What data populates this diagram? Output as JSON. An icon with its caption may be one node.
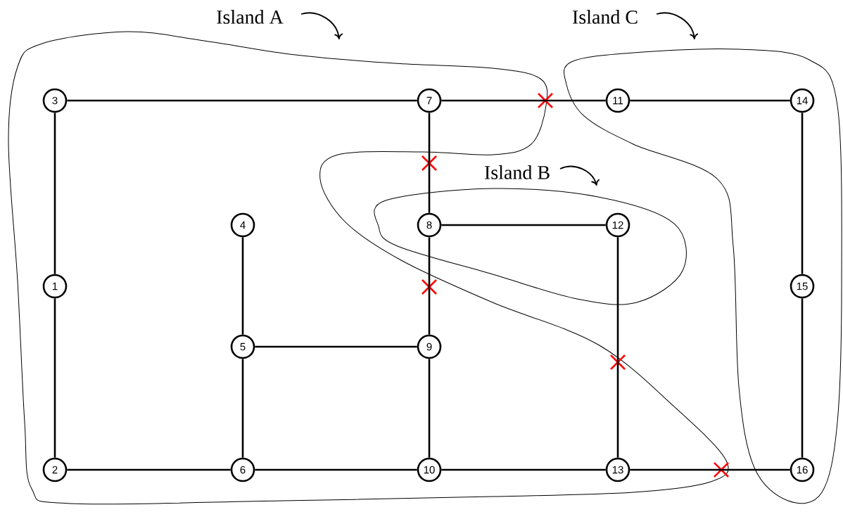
{
  "diagram": {
    "nodes": [
      {
        "text": [
          "Island A"
        ]
      },
      {
        "text": [
          "Island C"
        ]
      },
      {
        "text": [
          "Island B"
        ]
      },
      {
        "text": [
          "1"
        ],
        "in": 0
      },
      {
        "text": [
          "2"
        ],
        "in": 0
      },
      {
        "text": [
          "3"
        ],
        "in": 0
      },
      {
        "text": [
          "4"
        ],
        "in": 0
      },
      {
        "text": [
          "5"
        ],
        "in": 0
      },
      {
        "text": [
          "6"
        ],
        "in": 0
      },
      {
        "text": [
          "7"
        ],
        "in": 0
      },
      {
        "text": [
          "8"
        ],
        "in": 2
      },
      {
        "text": [
          "9"
        ],
        "in": 0
      },
      {
        "text": [
          "10"
        ],
        "in": 0
      },
      {
        "text": [
          "11"
        ],
        "in": 1
      },
      {
        "text": [
          "12"
        ],
        "in": 2
      },
      {
        "text": [
          "13"
        ],
        "in": 0
      },
      {
        "text": [
          "14"
        ],
        "in": 1
      },
      {
        "text": [
          "15"
        ],
        "in": 1
      },
      {
        "text": [
          "16"
        ],
        "in": 1
      }
    ],
    "edges": [
      {
        "from": 5,
        "to": 9,
        "arrow": "none"
      },
      {
        "from": 9,
        "to": 13,
        "arrow": "none"
      },
      {
        "from": 13,
        "to": 16,
        "arrow": "none"
      },
      {
        "from": 5,
        "to": 3,
        "arrow": "none"
      },
      {
        "from": 3,
        "to": 4,
        "arrow": "none"
      },
      {
        "from": 9,
        "to": 10,
        "arrow": "none"
      },
      {
        "from": 10,
        "to": 14,
        "arrow": "none"
      },
      {
        "from": 10,
        "to": 11,
        "arrow": "none"
      },
      {
        "from": 6,
        "to": 7,
        "arrow": "none"
      },
      {
        "from": 7,
        "to": 11,
        "arrow": "none"
      },
      {
        "from": 7,
        "to": 8,
        "arrow": "none"
      },
      {
        "from": 4,
        "to": 8,
        "arrow": "none"
      },
      {
        "from": 8,
        "to": 12,
        "arrow": "none"
      },
      {
        "from": 11,
        "to": 12,
        "arrow": "none"
      },
      {
        "from": 12,
        "to": 15,
        "arrow": "none"
      },
      {
        "from": 14,
        "to": 15,
        "arrow": "none"
      },
      {
        "from": 15,
        "to": 18,
        "arrow": "none"
      },
      {
        "from": 16,
        "to": 17,
        "arrow": "none"
      },
      {
        "from": 17,
        "to": 18,
        "arrow": "none"
      }
    ]
  }
}
